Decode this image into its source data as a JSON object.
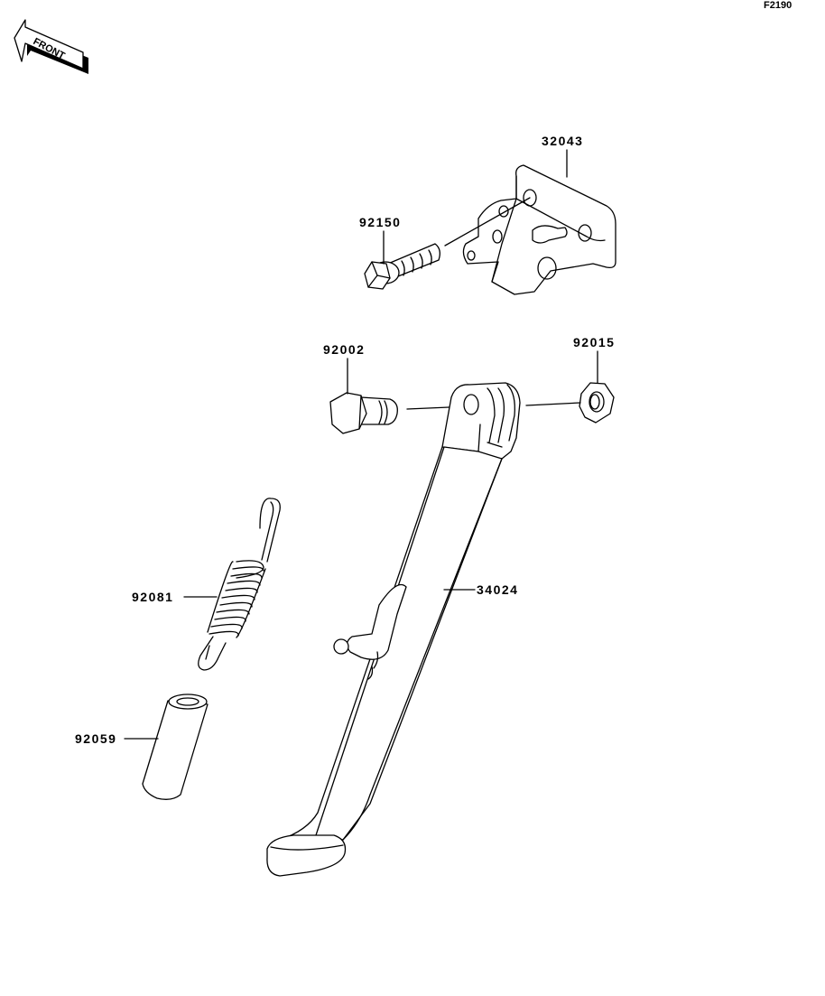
{
  "figure_code": "F2190",
  "front_arrow": {
    "text": "FRONT"
  },
  "parts": [
    {
      "number": "32043"
    },
    {
      "number": "92150"
    },
    {
      "number": "92002"
    },
    {
      "number": "92015"
    },
    {
      "number": "34024"
    },
    {
      "number": "92081"
    },
    {
      "number": "92059"
    }
  ]
}
